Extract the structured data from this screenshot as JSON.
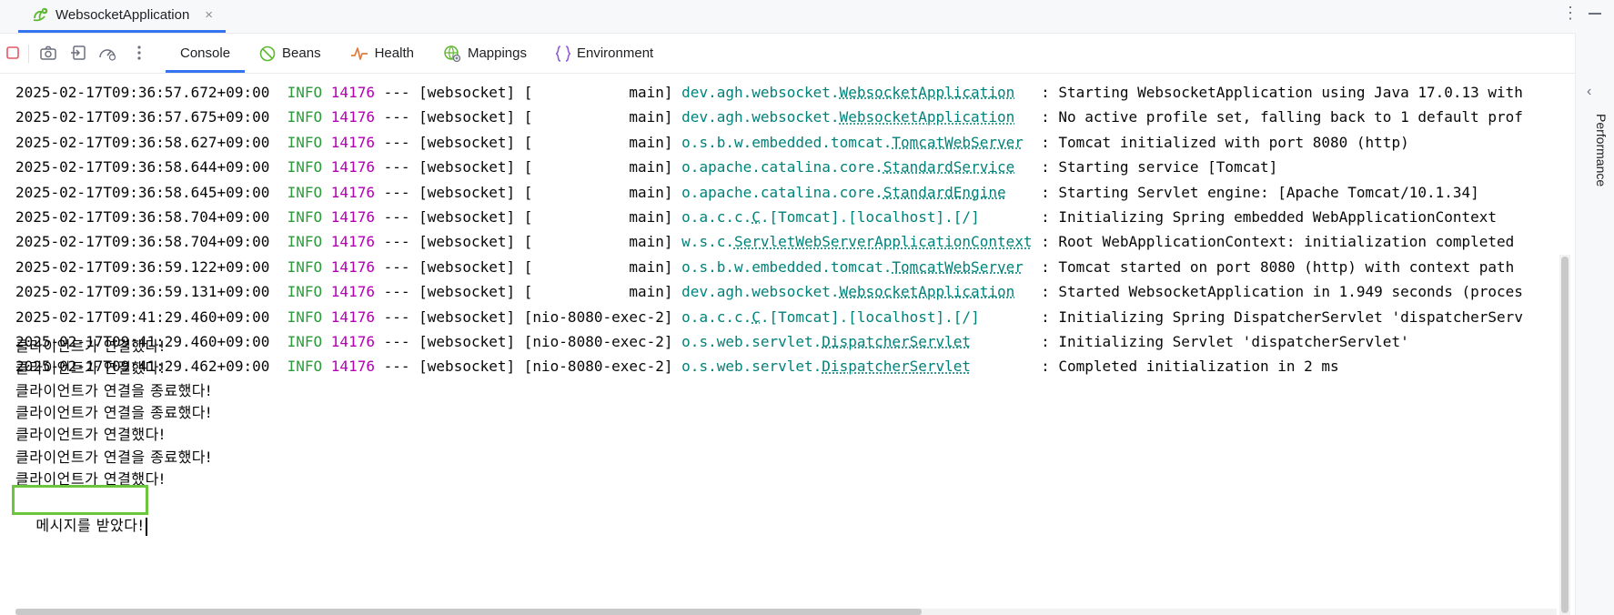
{
  "run_tab": {
    "label": "WebsocketApplication",
    "close": "×"
  },
  "toolbar": {
    "tabs": [
      {
        "label": "Console",
        "icon": "console-icon",
        "active": true
      },
      {
        "label": "Beans",
        "icon": "beans-icon"
      },
      {
        "label": "Health",
        "icon": "health-icon"
      },
      {
        "label": "Mappings",
        "icon": "mappings-icon"
      },
      {
        "label": "Environment",
        "icon": "environment-icon"
      }
    ]
  },
  "side_panel": {
    "label": "Performance"
  },
  "colors": {
    "accent": "#3574f0",
    "info": "#2c9b3c",
    "pid": "#b200b2",
    "logger": "#00827a",
    "highlight": "#6bc53d"
  },
  "console": {
    "log_lines": [
      {
        "ts": "2025-02-17T09:36:57.672+09:00",
        "level": "INFO",
        "pid": "14176",
        "sep": "---",
        "app": "[websocket]",
        "thread": "[           main]",
        "logger_prefix": "dev.agh.websocket.",
        "logger_class": "WebsocketApplication",
        "logger_pad": "   ",
        "message": ": Starting WebsocketApplication using Java 17.0.13 with"
      },
      {
        "ts": "2025-02-17T09:36:57.675+09:00",
        "level": "INFO",
        "pid": "14176",
        "sep": "---",
        "app": "[websocket]",
        "thread": "[           main]",
        "logger_prefix": "dev.agh.websocket.",
        "logger_class": "WebsocketApplication",
        "logger_pad": "   ",
        "message": ": No active profile set, falling back to 1 default prof"
      },
      {
        "ts": "2025-02-17T09:36:58.627+09:00",
        "level": "INFO",
        "pid": "14176",
        "sep": "---",
        "app": "[websocket]",
        "thread": "[           main]",
        "logger_prefix": "o.s.b.w.embedded.tomcat.",
        "logger_class": "TomcatWebServer",
        "logger_pad": "  ",
        "message": ": Tomcat initialized with port 8080 (http)"
      },
      {
        "ts": "2025-02-17T09:36:58.644+09:00",
        "level": "INFO",
        "pid": "14176",
        "sep": "---",
        "app": "[websocket]",
        "thread": "[           main]",
        "logger_prefix": "o.apache.catalina.core.",
        "logger_class": "StandardService",
        "logger_pad": "   ",
        "message": ": Starting service [Tomcat]"
      },
      {
        "ts": "2025-02-17T09:36:58.645+09:00",
        "level": "INFO",
        "pid": "14176",
        "sep": "---",
        "app": "[websocket]",
        "thread": "[           main]",
        "logger_prefix": "o.apache.catalina.core.",
        "logger_class": "StandardEngine",
        "logger_pad": "    ",
        "message": ": Starting Servlet engine: [Apache Tomcat/10.1.34]"
      },
      {
        "ts": "2025-02-17T09:36:58.704+09:00",
        "level": "INFO",
        "pid": "14176",
        "sep": "---",
        "app": "[websocket]",
        "thread": "[           main]",
        "logger_prefix": "o.a.c.c.",
        "logger_class": "C",
        "logger_suffix": ".[Tomcat].[localhost].[/]",
        "logger_pad": "       ",
        "message": ": Initializing Spring embedded WebApplicationContext"
      },
      {
        "ts": "2025-02-17T09:36:58.704+09:00",
        "level": "INFO",
        "pid": "14176",
        "sep": "---",
        "app": "[websocket]",
        "thread": "[           main]",
        "logger_prefix": "w.s.c.",
        "logger_class": "ServletWebServerApplicationContext",
        "logger_pad": " ",
        "message": ": Root WebApplicationContext: initialization completed"
      },
      {
        "ts": "2025-02-17T09:36:59.122+09:00",
        "level": "INFO",
        "pid": "14176",
        "sep": "---",
        "app": "[websocket]",
        "thread": "[           main]",
        "logger_prefix": "o.s.b.w.embedded.tomcat.",
        "logger_class": "TomcatWebServer",
        "logger_pad": "  ",
        "message": ": Tomcat started on port 8080 (http) with context path"
      },
      {
        "ts": "2025-02-17T09:36:59.131+09:00",
        "level": "INFO",
        "pid": "14176",
        "sep": "---",
        "app": "[websocket]",
        "thread": "[           main]",
        "logger_prefix": "dev.agh.websocket.",
        "logger_class": "WebsocketApplication",
        "logger_pad": "   ",
        "message": ": Started WebsocketApplication in 1.949 seconds (proces"
      },
      {
        "ts": "2025-02-17T09:41:29.460+09:00",
        "level": "INFO",
        "pid": "14176",
        "sep": "---",
        "app": "[websocket]",
        "thread": "[nio-8080-exec-2]",
        "logger_prefix": "o.a.c.c.",
        "logger_class": "C",
        "logger_suffix": ".[Tomcat].[localhost].[/]",
        "logger_pad": "       ",
        "message": ": Initializing Spring DispatcherServlet 'dispatcherServ"
      },
      {
        "ts": "2025-02-17T09:41:29.460+09:00",
        "level": "INFO",
        "pid": "14176",
        "sep": "---",
        "app": "[websocket]",
        "thread": "[nio-8080-exec-2]",
        "logger_prefix": "o.s.web.servlet.",
        "logger_class": "DispatcherServlet",
        "logger_pad": "        ",
        "message": ": Initializing Servlet 'dispatcherServlet'"
      },
      {
        "ts": "2025-02-17T09:41:29.462+09:00",
        "level": "INFO",
        "pid": "14176",
        "sep": "---",
        "app": "[websocket]",
        "thread": "[nio-8080-exec-2]",
        "logger_prefix": "o.s.web.servlet.",
        "logger_class": "DispatcherServlet",
        "logger_pad": "        ",
        "message": ": Completed initialization in 2 ms"
      }
    ],
    "output_lines": [
      "클라이언트가 연결했다!",
      "클라이언트가 연결했다!",
      "클라이언트가 연결을 종료했다!",
      "클라이언트가 연결을 종료했다!",
      "클라이언트가 연결했다!",
      "클라이언트가 연결을 종료했다!",
      "클라이언트가 연결했다!"
    ],
    "input_value": "메시지를 받았다!"
  }
}
